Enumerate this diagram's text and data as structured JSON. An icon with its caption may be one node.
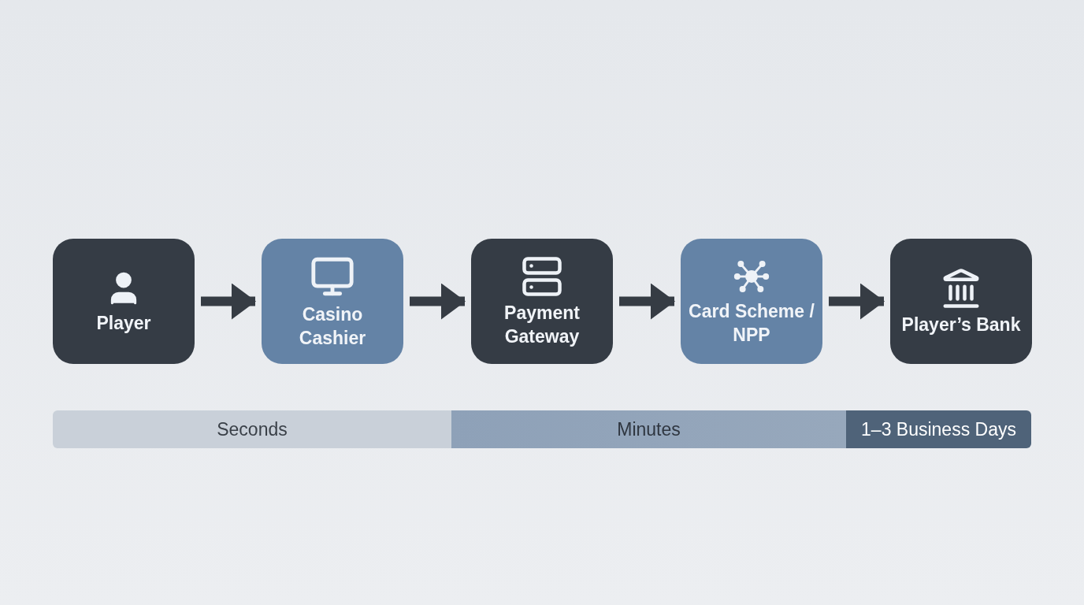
{
  "diagram": {
    "nodes": [
      {
        "text": [
          "Player"
        ]
      },
      {
        "text": [
          "Casino Cashier"
        ]
      },
      {
        "text": [
          "Payment Gateway"
        ]
      },
      {
        "text": [
          "Card Scheme / NPP"
        ]
      },
      {
        "text": [
          "Player’s Bank"
        ]
      },
      {
        "text": [
          "Seconds"
        ]
      },
      {
        "text": [
          "Minutes"
        ]
      },
      {
        "text": [
          "1–3 Business Days"
        ]
      }
    ],
    "edges": [
      {
        "from": 0,
        "to": 1,
        "arrow": "to"
      },
      {
        "from": 1,
        "to": 2,
        "arrow": "to"
      },
      {
        "from": 2,
        "to": 3,
        "arrow": "to"
      },
      {
        "from": 3,
        "to": 4,
        "arrow": "to"
      }
    ]
  }
}
